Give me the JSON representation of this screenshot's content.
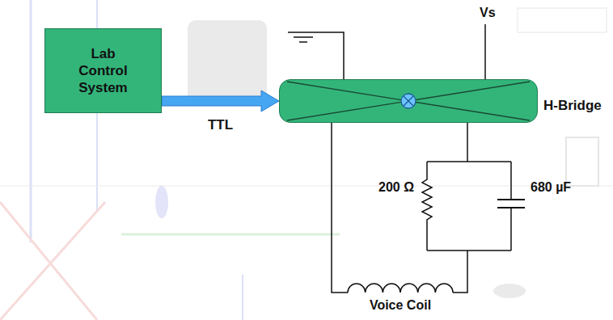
{
  "diagram": {
    "nodes": [
      {
        "text": [
          "Lab Control System"
        ]
      },
      {
        "text": [
          "H-Bridge"
        ]
      }
    ],
    "edges": [
      {
        "from": 0,
        "to": 1,
        "arrow": "to",
        "label": "TTL"
      }
    ],
    "labels": [
      "Vs",
      "200 Ω",
      "680 µF",
      "Voice Coil"
    ]
  }
}
